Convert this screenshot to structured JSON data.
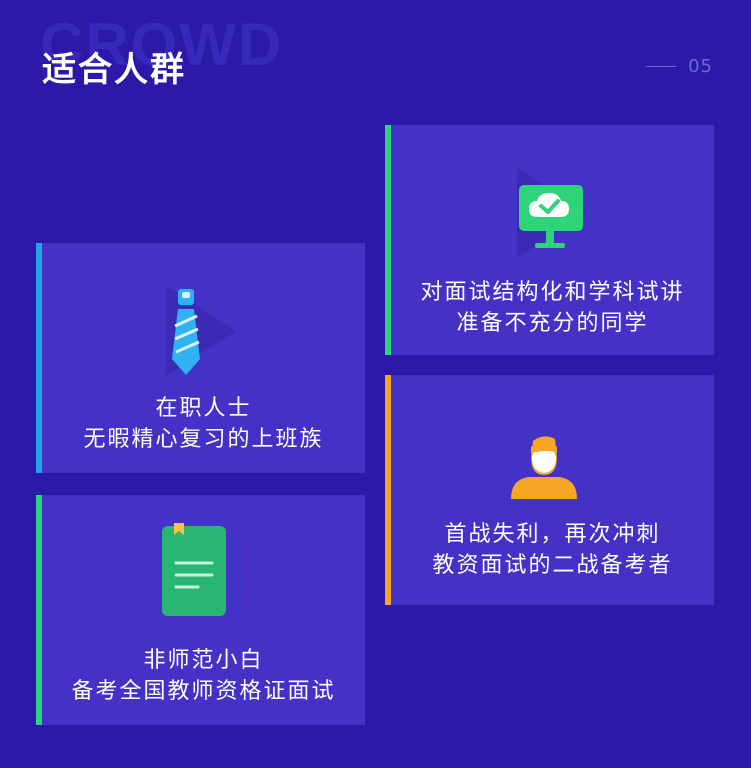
{
  "header": {
    "bg_word": "CROWD",
    "title": "适合人群",
    "page_number": "05"
  },
  "cards": [
    {
      "line1": "在职人士",
      "line2": "无暇精心复习的上班族",
      "accent": "#1ea7e8",
      "icon": "tie-icon"
    },
    {
      "line1": "非师范小白",
      "line2": "备考全国教师资格证面试",
      "accent": "#2ed47a",
      "icon": "notebook-icon"
    },
    {
      "line1": "对面试结构化和学科试讲",
      "line2": "准备不充分的同学",
      "accent": "#2ed47a",
      "icon": "monitor-check-icon"
    },
    {
      "line1": "首战失利，再次冲刺",
      "line2": "教资面试的二战备考者",
      "accent": "#f5a623",
      "icon": "person-icon"
    }
  ]
}
